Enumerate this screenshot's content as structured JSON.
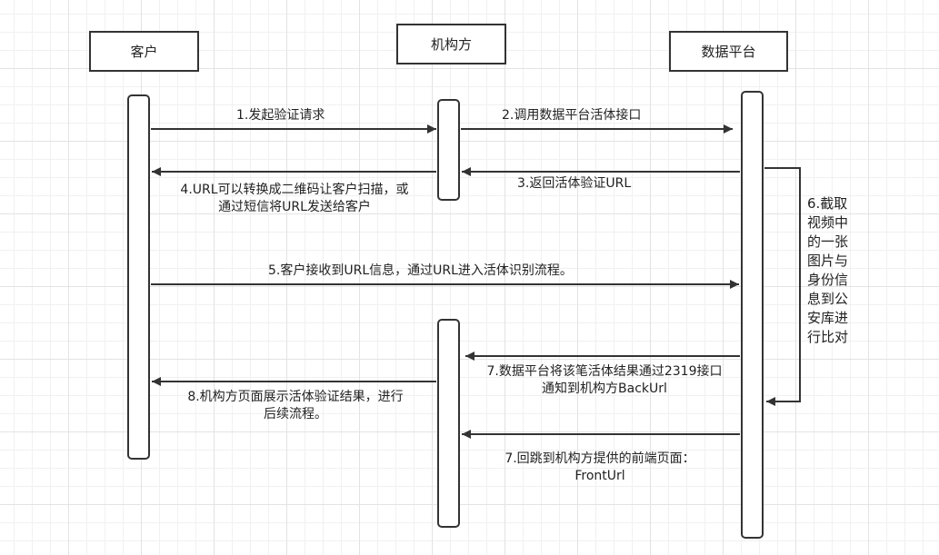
{
  "actors": {
    "customer": "客户",
    "institution": "机构方",
    "platform": "数据平台"
  },
  "messages": {
    "m1": "1.发起验证请求",
    "m2": "2.调用数据平台活体接口",
    "m3": "3.返回活体验证URL",
    "m4_line1": "4.URL可以转换成二维码让客户扫描，或",
    "m4_line2": "通过短信将URL发送给客户",
    "m5": "5.客户接收到URL信息，通过URL进入活体识别流程。",
    "m6_lines": [
      "6.截取",
      "视频中",
      "的一张",
      "图片与",
      "身份信",
      "息到公",
      "安库进",
      "行比对"
    ],
    "m7a_line1": "7.数据平台将该笔活体结果通过2319接口",
    "m7a_line2": "通知到机构方BackUrl",
    "m8_line1": "8.机构方页面展示活体验证结果，进行",
    "m8_line2": "后续流程。",
    "m7b_line1": "7.回跳到机构方提供的前端页面：",
    "m7b_line2": "FrontUrl"
  },
  "colors": {
    "line": "#333333",
    "grid": "#e3e3e3",
    "background": "#ffffff"
  }
}
